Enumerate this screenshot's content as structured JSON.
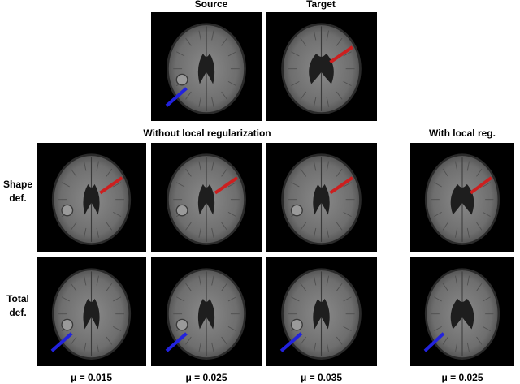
{
  "header": {
    "source_label": "Source",
    "target_label": "Target"
  },
  "sections": {
    "without_local": "Without local regularization",
    "with_local": "With local reg."
  },
  "rows": {
    "shape": [
      "Shape",
      "def."
    ],
    "total": [
      "Total",
      "def."
    ]
  },
  "mu_labels": [
    "μ = 0.015",
    "μ = 0.025",
    "μ = 0.035",
    "μ = 0.025"
  ],
  "colors": {
    "red_arrow": "#cc1f1f",
    "blue_arrow": "#2222dd",
    "panel_bg": "#000000",
    "divider": "#555555"
  }
}
